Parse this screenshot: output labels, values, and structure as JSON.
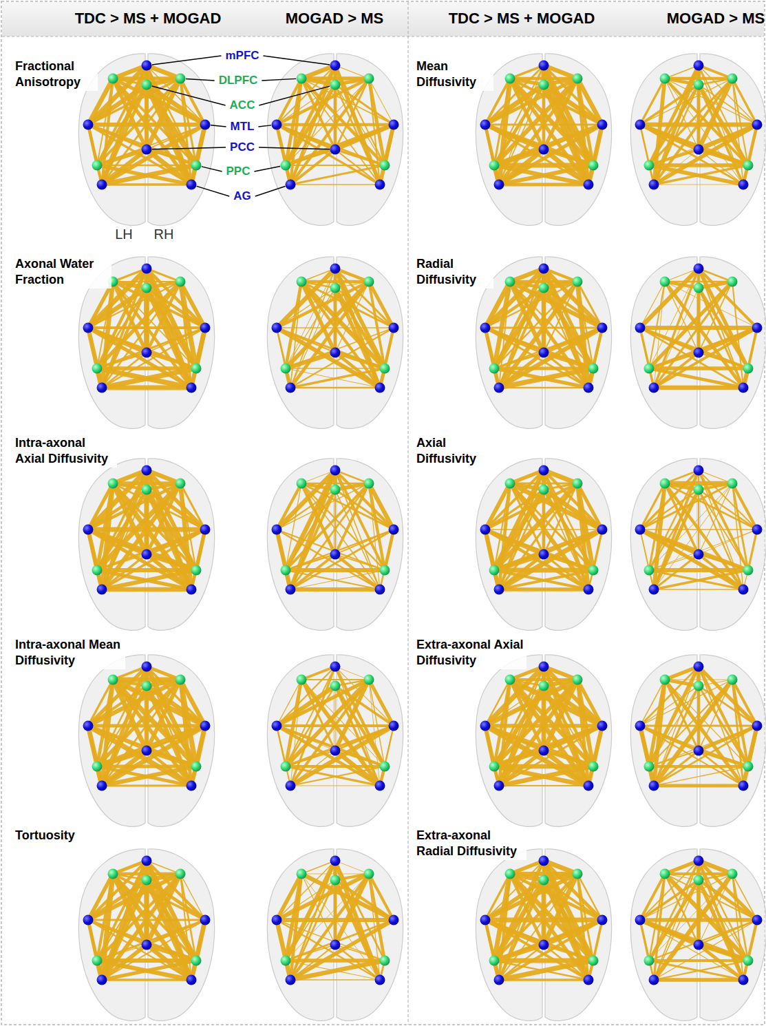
{
  "diagram": {
    "labels": [
      "TDC > MS + MOGAD",
      "MOGAD > MS",
      "TDC > MS + MOGAD",
      "MOGAD > MS",
      "Fractional Anisotropy",
      "mPFC",
      "DLPFC",
      "ACC",
      "MTL",
      "PCC",
      "PPC",
      "AG",
      "LH",
      "RH",
      "Mean Diffusivity",
      "Axonal Water Fraction",
      "Radial Diffusivity",
      "Intra-axonal Axial Diffusivity",
      "Axial Diffusivity",
      "Intra-axonal Mean Diffusivity",
      "Extra-axonal Axial Diffusivity",
      "Tortuosity",
      "Extra-axonal Radial Diffusivity"
    ]
  }
}
